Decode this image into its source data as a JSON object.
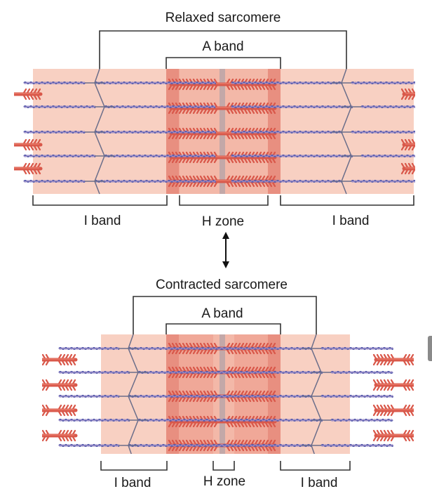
{
  "relaxed": {
    "title": "Relaxed sarcomere",
    "a_band": "A band",
    "i_band_left": "I band",
    "h_zone": "H zone",
    "i_band_right": "I band"
  },
  "contracted": {
    "title": "Contracted sarcomere",
    "a_band": "A band",
    "i_band_left": "I band",
    "h_zone": "H zone",
    "i_band_right": "I band"
  },
  "colors": {
    "background_pale": "#f8d0c2",
    "a_band_fill": "#f0a898",
    "a_band_edge": "#e37f70",
    "h_zone_fill": "#f3b8a8",
    "thick_filament": "#d9584a",
    "thick_filament_light": "#ee8a78",
    "thin_filament": "#5b5fae",
    "thin_filament_light": "#9a8cc8",
    "z_line": "#6b6e8a",
    "m_line": "#9a9aa8"
  },
  "icons": {
    "transition_arrow": "double-arrow-icon"
  }
}
